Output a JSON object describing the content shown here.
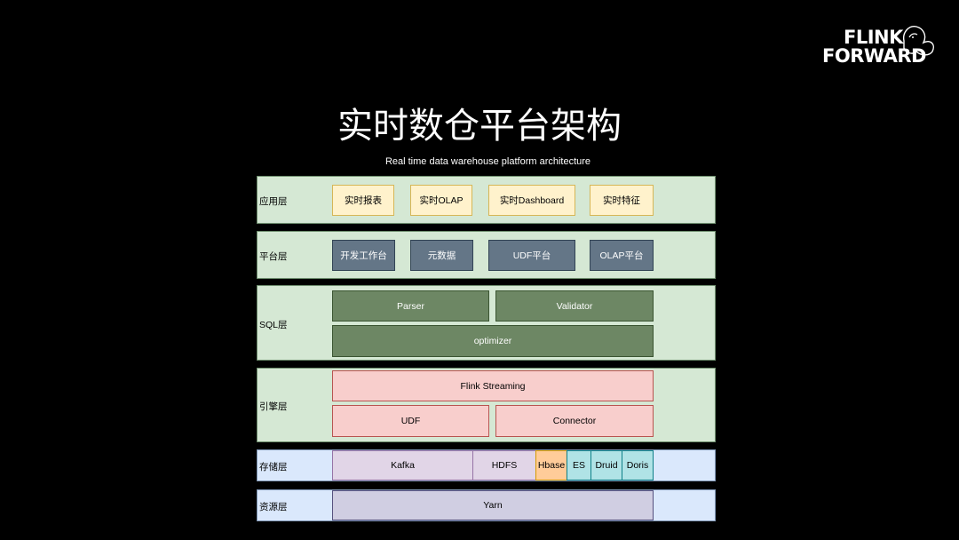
{
  "logo": {
    "line1": "FLINK",
    "line2": "FORWARD"
  },
  "title": "实时数仓平台架构",
  "subtitle": "Real time data warehouse platform architecture",
  "layers": {
    "app": {
      "label": "应用层",
      "boxes": [
        "实时报表",
        "实时OLAP",
        "实时Dashboard",
        "实时特征"
      ]
    },
    "platform": {
      "label": "平台层",
      "boxes": [
        "开发工作台",
        "元数据",
        "UDF平台",
        "OLAP平台"
      ]
    },
    "sql": {
      "label": "SQL层",
      "boxes": [
        "Parser",
        "Validator",
        "optimizer"
      ]
    },
    "engine": {
      "label": "引擎层",
      "boxes": [
        "Flink Streaming",
        "UDF",
        "Connector"
      ]
    },
    "storage": {
      "label": "存储层",
      "boxes": [
        "Kafka",
        "HDFS",
        "Hbase",
        "ES",
        "Druid",
        "Doris"
      ]
    },
    "resource": {
      "label": "资源层",
      "boxes": [
        "Yarn"
      ]
    }
  },
  "colors": {
    "background": "#000000",
    "layer_green": "#d5e8d4",
    "layer_blue": "#dae8fc",
    "app_box": "#fff2cc",
    "platform_box": "#647687",
    "sql_box": "#6d8764",
    "engine_box": "#f8cecc",
    "storage_kafka_hdfs": "#e1d5e7",
    "storage_hbase": "#ffcc99",
    "storage_es_druid_doris": "#b0e3e6",
    "resource_box": "#d0cee2"
  }
}
